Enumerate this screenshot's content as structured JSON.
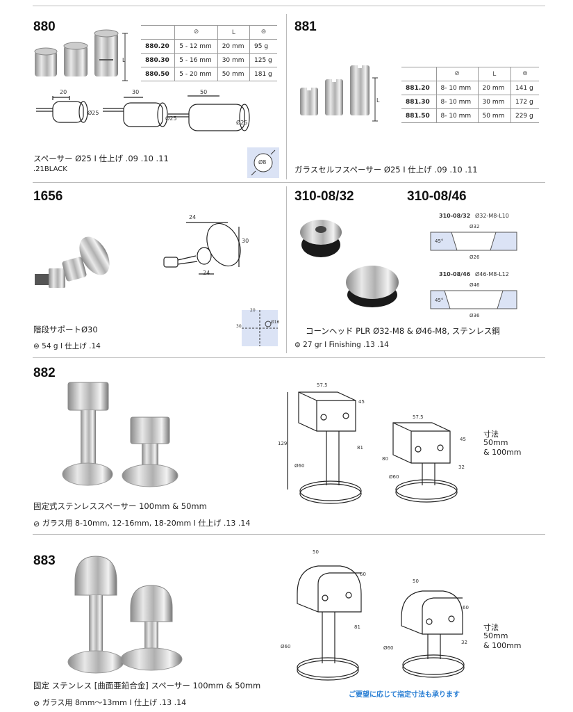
{
  "p880": {
    "code": "880",
    "desc1": "スペーサー Ø25 I 仕上げ .09 .10 .11",
    "desc2": ".21BLACK",
    "table": {
      "header_l": "L",
      "rows": [
        [
          "880.20",
          "5 - 12 mm",
          "20 mm",
          "95 g"
        ],
        [
          "880.30",
          "5 - 16 mm",
          "30 mm",
          "125 g"
        ],
        [
          "880.50",
          "5 - 20 mm",
          "50 mm",
          "181 g"
        ]
      ]
    },
    "dims": [
      "20",
      "30",
      "50"
    ],
    "dia": "Ø25",
    "l_label": "L",
    "badge": "Ø8"
  },
  "p881": {
    "code": "881",
    "desc": "ガラスセルフスペーサー Ø25 I 仕上げ .09 .10 .11",
    "table": {
      "header_l": "L",
      "rows": [
        [
          "881.20",
          "8- 10 mm",
          "20 mm",
          "141 g"
        ],
        [
          "881.30",
          "8- 10 mm",
          "30 mm",
          "172 g"
        ],
        [
          "881.50",
          "8- 10 mm",
          "50 mm",
          "229 g"
        ]
      ]
    },
    "l_label": "L"
  },
  "p1656": {
    "code": "1656",
    "desc1": "階段サポートØ30",
    "desc2": "54 g I 仕上げ .14",
    "dims": [
      "24",
      "30",
      "24"
    ],
    "grid_dims": [
      "20",
      "30",
      "Ø16"
    ]
  },
  "p310": {
    "code1": "310-08/32",
    "code2": "310-08/46",
    "desc1": "コーンヘッド PLR Ø32-M8 & Ø46-M8, ステンレス鋼",
    "desc2": "27 gr I Finishing .13 .14",
    "d1": {
      "name": "310-08/32",
      "spec": "Ø32-M8-L10",
      "top": "Ø32",
      "angle": "45°",
      "bottom": "Ø26"
    },
    "d2": {
      "name": "310-08/46",
      "spec": "Ø46-M8-L12",
      "top": "Ø46",
      "angle": "45°",
      "bottom": "Ø36"
    }
  },
  "p882": {
    "code": "882",
    "desc1": "固定式ステンレススペーサー 100mm & 50mm",
    "desc2": "ガラス用 8-10mm, 12-16mm, 18-20mm I 仕上げ .13 .14",
    "dim_note": [
      "寸法",
      "50mm",
      "& 100mm"
    ],
    "dims": {
      "w": "57.5",
      "h1": "45",
      "h2": "81",
      "total": "129",
      "dia": "Ø60",
      "w2": "57.5",
      "h3": "45",
      "h4": "32",
      "total2": "80",
      "dia2": "Ø60"
    }
  },
  "p883": {
    "code": "883",
    "desc1": "固定 ステンレス [曲面亜鉛合金] スペーサー 100mm & 50mm",
    "desc2": "ガラス用 8mm〜13mm I 仕上げ .13 .14",
    "dim_note": [
      "寸法",
      "50mm",
      "& 100mm"
    ],
    "note": "ご要望に応じて指定寸法も承ります",
    "dims": {
      "w": "50",
      "h1": "60",
      "h2": "81",
      "dia": "Ø60",
      "w2": "50",
      "h3": "60",
      "h4": "32",
      "dia2": "Ø60"
    }
  }
}
